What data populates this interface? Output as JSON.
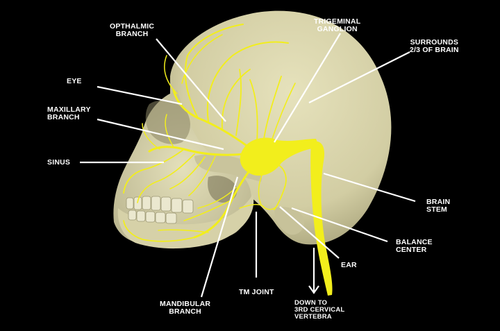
{
  "labels": {
    "opthalmic": [
      "OPTHALMIC",
      "BRANCH"
    ],
    "trigeminal": [
      "TRIGEMINAL",
      "GANGLION"
    ],
    "surrounds": [
      "SURROUNDS",
      "2/3 OF BRAIN"
    ],
    "eye": [
      "EYE"
    ],
    "maxillary": [
      "MAXILLARY",
      "BRANCH"
    ],
    "sinus": [
      "SINUS"
    ],
    "brain_stem": [
      "BRAIN",
      "STEM"
    ],
    "balance": [
      "BALANCE",
      "CENTER"
    ],
    "ear": [
      "EAR"
    ],
    "tm_joint": [
      "TM JOINT"
    ],
    "mandibular": [
      "MANDIBULAR",
      "BRANCH"
    ],
    "down_to": [
      "DOWN TO",
      "3RD CERVICAL",
      "VERTEBRA"
    ]
  },
  "colors": {
    "background": "#000000",
    "bone": "#dcd8b0",
    "bone_shade": "#b9b48c",
    "nerve": "#f2ee1c",
    "label": "#ffffff"
  }
}
